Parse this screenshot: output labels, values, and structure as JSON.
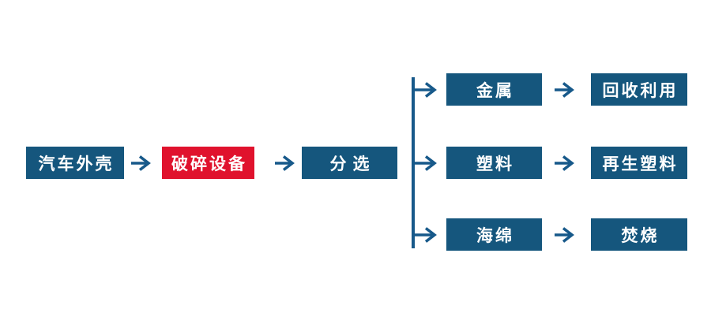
{
  "colors": {
    "background": "#FFFFFF",
    "blue": "#15567D",
    "red": "#E0122D",
    "arrow": "#17598A",
    "text": "#FFFFFF"
  },
  "icons": {
    "arrow_right": "→"
  },
  "flow": {
    "main_nodes": [
      {
        "label": "汽车外壳",
        "color": "blue"
      },
      {
        "label": "破碎设备",
        "color": "red"
      },
      {
        "label": "分选",
        "color": "blue"
      }
    ],
    "branches": [
      {
        "item": {
          "label": "金属",
          "color": "blue"
        },
        "result": {
          "label": "回收利用",
          "color": "blue"
        }
      },
      {
        "item": {
          "label": "塑料",
          "color": "blue"
        },
        "result": {
          "label": "再生塑料",
          "color": "blue"
        }
      },
      {
        "item": {
          "label": "海绵",
          "color": "blue"
        },
        "result": {
          "label": "焚烧",
          "color": "blue"
        }
      }
    ]
  }
}
